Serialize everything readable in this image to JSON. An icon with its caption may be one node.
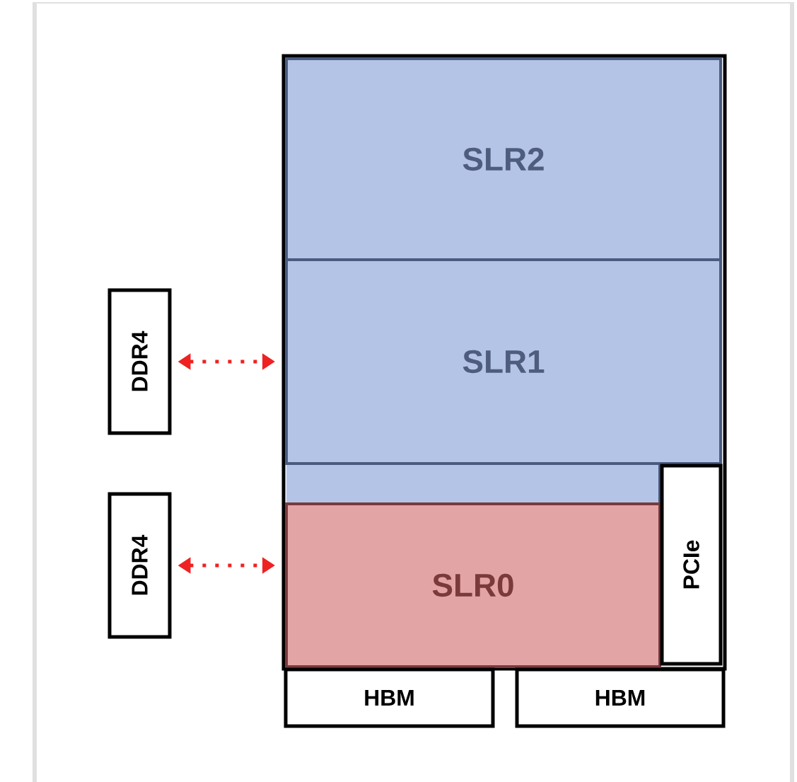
{
  "diagram": {
    "nodes": [
      {
        "text": [],
        "shape": "box"
      },
      {
        "text": [
          "SLR2"
        ],
        "in": 0
      },
      {
        "text": [
          "SLR1"
        ],
        "in": 0
      },
      {
        "text": [
          "SLR0"
        ],
        "in": 0
      },
      {
        "text": [
          "PCIe"
        ],
        "in": 0
      },
      {
        "text": [
          "DDR4"
        ]
      },
      {
        "text": [
          "DDR4"
        ]
      },
      {
        "text": [
          "HBM"
        ]
      },
      {
        "text": [
          "HBM"
        ]
      }
    ],
    "edges": [
      {
        "from": 5,
        "to": 2,
        "arrow": "both",
        "style": "dashed"
      },
      {
        "from": 6,
        "to": 3,
        "arrow": "both",
        "style": "dashed"
      }
    ]
  }
}
